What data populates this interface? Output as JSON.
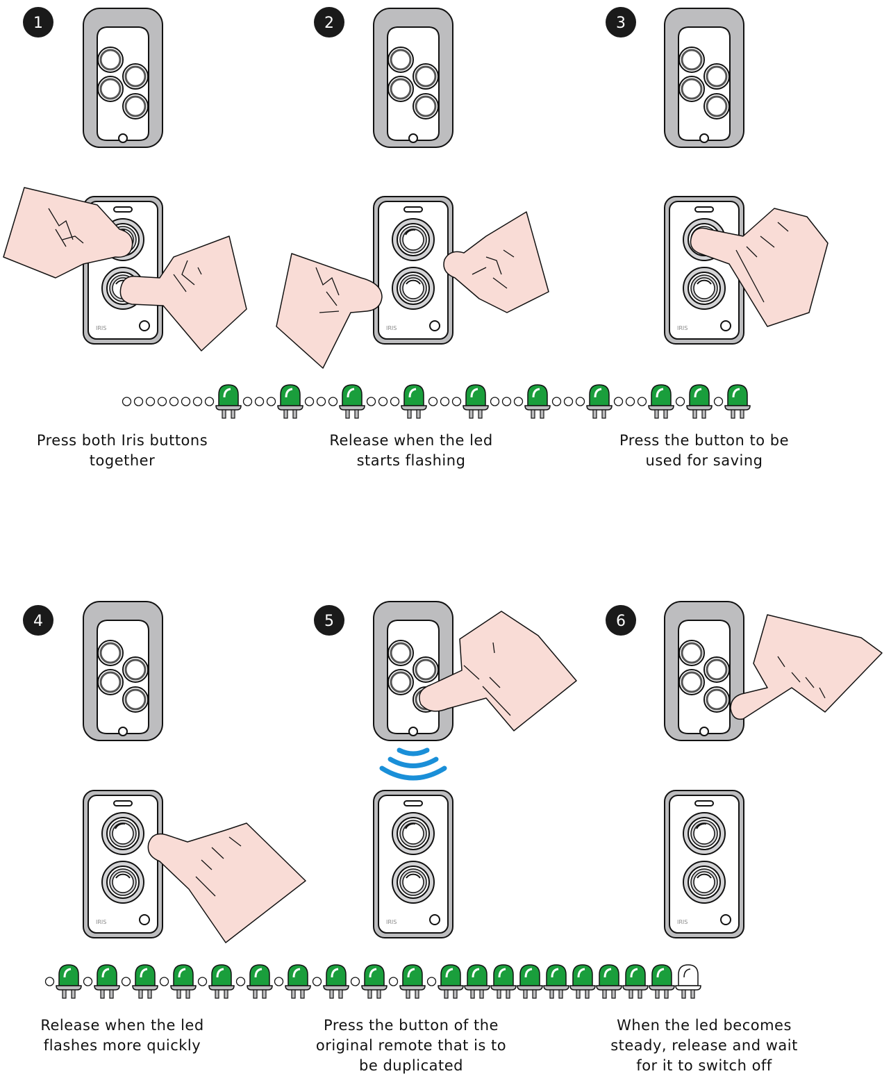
{
  "steps": [
    {
      "number": "1",
      "caption": "Press both Iris buttons\ntogether"
    },
    {
      "number": "2",
      "caption": "Release when the led\nstarts flashing"
    },
    {
      "number": "3",
      "caption": "Press the button to be\nused for saving"
    },
    {
      "number": "4",
      "caption": "Release when the led\nflashes more quickly"
    },
    {
      "number": "5",
      "caption": "Press the button of the\noriginal remote that is to\nbe duplicated"
    },
    {
      "number": "6",
      "caption": "When the led becomes\nsteady, release and wait\nfor it to switch off"
    }
  ],
  "device_brand": "IRIS",
  "led_sequence_top": [
    "dot",
    "dot",
    "dot",
    "dot",
    "dot",
    "dot",
    "dot",
    "dot",
    "green",
    "dot",
    "dot",
    "dot",
    "green",
    "dot",
    "dot",
    "dot",
    "green",
    "dot",
    "dot",
    "dot",
    "green",
    "dot",
    "dot",
    "dot",
    "green",
    "dot",
    "dot",
    "dot",
    "green",
    "dot",
    "dot",
    "dot",
    "green",
    "dot",
    "dot",
    "dot",
    "green",
    "dot",
    "green",
    "dot",
    "green"
  ],
  "led_sequence_bottom": [
    "dot",
    "green",
    "dot",
    "green",
    "dot",
    "green",
    "dot",
    "green",
    "dot",
    "green",
    "dot",
    "green",
    "dot",
    "green",
    "dot",
    "green",
    "dot",
    "green",
    "dot",
    "green",
    "dot",
    "green",
    "green",
    "green",
    "green",
    "green",
    "green",
    "green",
    "green",
    "green",
    "off"
  ],
  "colors": {
    "led_green": "#1a9e3c",
    "led_off": "#ffffff",
    "remote_grey": "#bdbdbf",
    "hand_skin": "#f9dcd6",
    "signal_blue": "#1a8fd8",
    "badge": "#1a1a1a"
  }
}
